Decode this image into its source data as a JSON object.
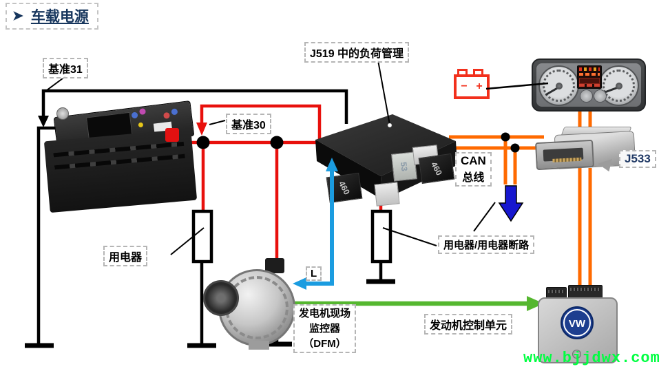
{
  "title": {
    "icon": "➤",
    "text": "车载电源"
  },
  "labels": {
    "ref31": "基准31",
    "ref30": "基准30",
    "j519": "J519 中的负荷管理",
    "can_line1": "CAN",
    "can_line2": "总线",
    "j533": "J533",
    "consumer": "用电器",
    "consumer_break": "用电器/用电器断路",
    "terminal_l": "L",
    "dfm_line1": "发电机现场",
    "dfm_line2": "监控器",
    "dfm_line3": "（DFM）",
    "engine_ecu": "发动机控制单元"
  },
  "battery_warning_icon": {
    "minus": "−",
    "plus": "+"
  },
  "j519_module": {
    "relay_460": "460",
    "relay_53": "53"
  },
  "ecu_logo_text": "VW",
  "watermark": "www.bjjdwx.com",
  "colors": {
    "title_navy": "#17365D",
    "wire_black": "#000000",
    "wire_red": "#E8100C",
    "wire_orange": "#FF6A00",
    "signal_blue": "#1B9CE0",
    "arrow_blue": "#1717CF",
    "arrow_green": "#55B72F",
    "watermark_green": "#00FF41",
    "warning_red": "#F2301C"
  }
}
